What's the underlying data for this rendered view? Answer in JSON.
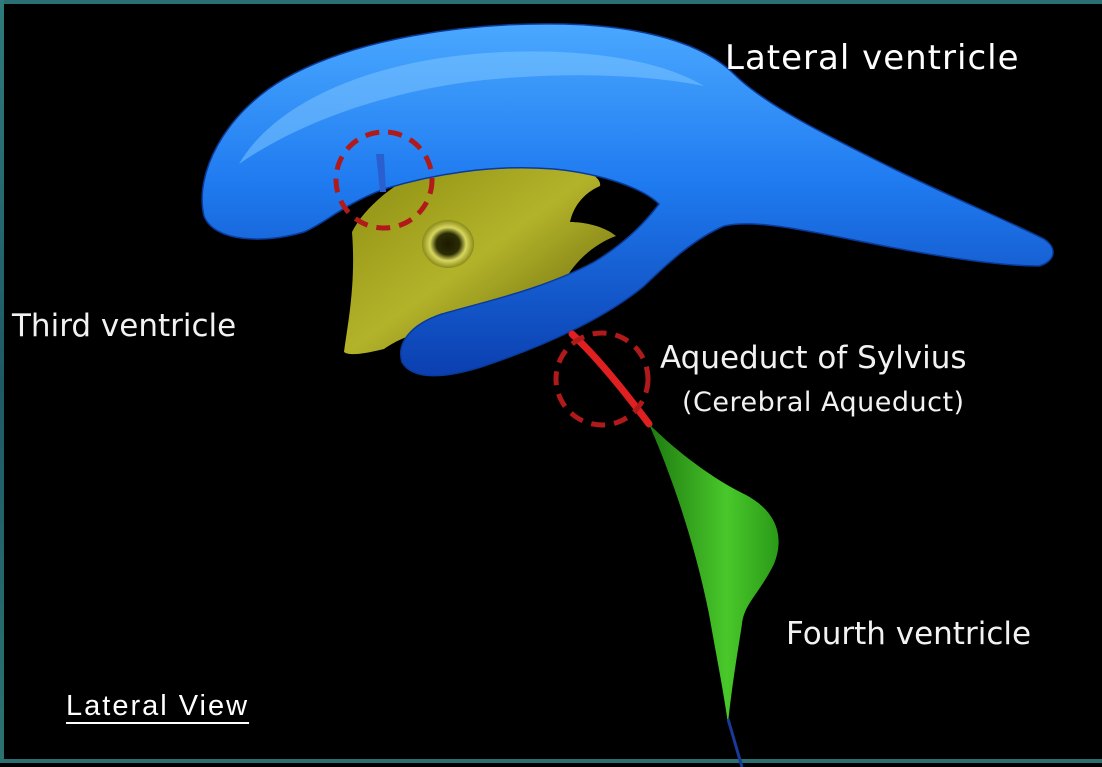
{
  "labels": {
    "lateral_ventricle": "Lateral ventricle",
    "third_ventricle": "Third ventricle",
    "aqueduct": "Aqueduct of Sylvius",
    "cerebral_aqueduct": "(Cerebral Aqueduct)",
    "fourth_ventricle": "Fourth ventricle",
    "view": "Lateral View"
  },
  "colors": {
    "background": "#000000",
    "lateral_ventricle": "#1f7bf0",
    "third_ventricle": "#a8a820",
    "aqueduct": "#e02020",
    "fourth_ventricle": "#3fb81f",
    "highlight_circle": "#b01a1a",
    "frame": "#2a6f72"
  }
}
